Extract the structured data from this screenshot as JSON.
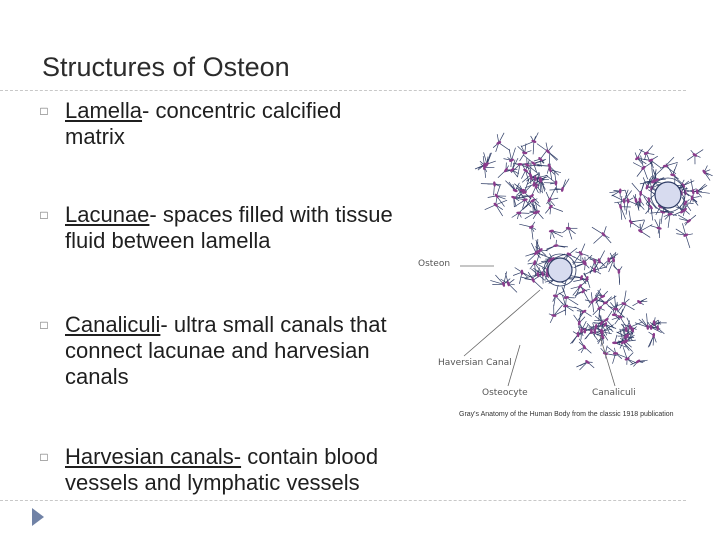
{
  "slide": {
    "title": "Structures of Osteon",
    "bullets": [
      {
        "term": "Lamella",
        "text": "- concentric calcified matrix"
      },
      {
        "term": "Lacunae",
        "text": "- spaces filled with tissue fluid between lamella"
      },
      {
        "term": "Canaliculi",
        "text": "- ultra small canals that connect lacunae and harvesian canals"
      },
      {
        "term": "Harvesian canals-",
        "text": " contain blood vessels and lymphatic vessels"
      }
    ],
    "bullet_icon": "square-bullet-icon",
    "nav_icon": "play-arrow-icon"
  },
  "figure": {
    "labels": {
      "osteon": "Osteon",
      "haversian_canal": "Haversian Canal",
      "osteocyte": "Osteocyte",
      "canaliculi": "Canaliculi"
    },
    "caption": "Gray's Anatomy of the Human Body from the classic 1918 publication"
  },
  "colors": {
    "osteocyte": "#8a3c8c",
    "canaliculi": "#2f3d66",
    "canal_fill": "#d7dbef",
    "nav_arrow": "#7082a6"
  }
}
